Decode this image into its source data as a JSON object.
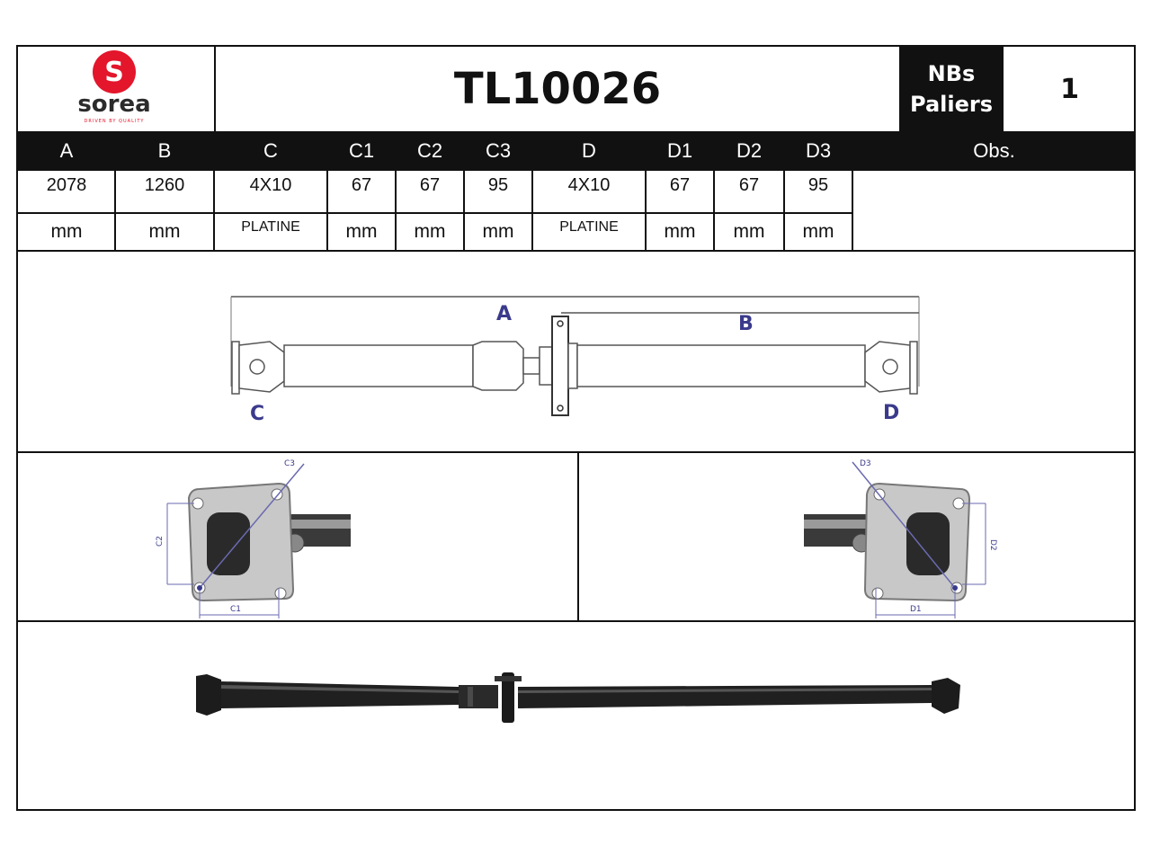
{
  "logo": {
    "brand": "sorea",
    "tagline": "DRIVEN BY QUALITY",
    "mark": "S"
  },
  "title": "TL10026",
  "bearings": {
    "label_line1": "NBs",
    "label_line2": "Paliers",
    "count": "1"
  },
  "table": {
    "headers": [
      "A",
      "B",
      "C",
      "C1",
      "C2",
      "C3",
      "D",
      "D1",
      "D2",
      "D3"
    ],
    "obs_header": "Obs.",
    "values": [
      "2078",
      "1260",
      "4X10",
      "67",
      "67",
      "95",
      "4X10",
      "67",
      "67",
      "95"
    ],
    "units": [
      "mm",
      "mm",
      "PLATINE",
      "mm",
      "mm",
      "mm",
      "PLATINE",
      "mm",
      "mm",
      "mm"
    ],
    "obs_value": ""
  },
  "diagram": {
    "labels": {
      "a": "A",
      "b": "B",
      "c": "C",
      "d": "D"
    },
    "flange_left": {
      "c1": "C1",
      "c2": "C2",
      "c3": "C3"
    },
    "flange_right": {
      "d1": "D1",
      "d2": "D2",
      "d3": "D3"
    }
  },
  "colors": {
    "border": "#111111",
    "header_bg": "#111111",
    "dim_label": "#3a3a8c",
    "logo_red": "#e3162b"
  }
}
